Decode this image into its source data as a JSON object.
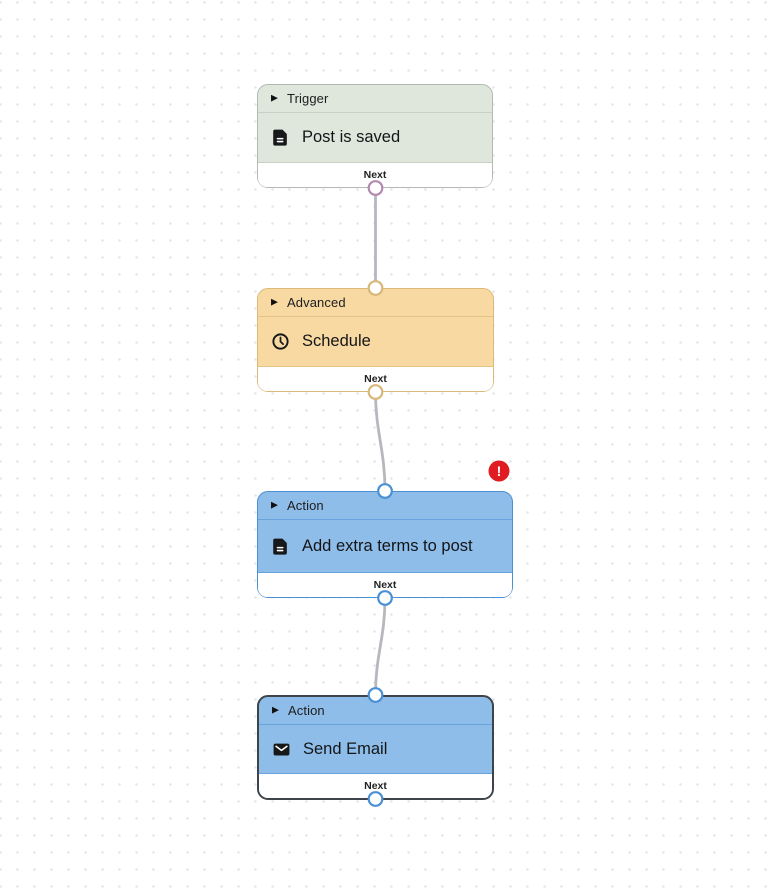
{
  "canvas": {
    "background": "#ffffff",
    "dot_color": "#e3e3e6",
    "edge_color": "#b7b7bd"
  },
  "ui": {
    "collapse_icon": "▶"
  },
  "error_badge": {
    "symbol": "!",
    "color": "#e01b22"
  },
  "nodes": [
    {
      "category": "Trigger",
      "label": "Post is saved",
      "icon": "document-icon",
      "footer_label": "Next",
      "selected": false,
      "has_error": false,
      "colors": {
        "bg": "#dfe7dd",
        "border": "#b3bab2",
        "separator": "#c9d1c7",
        "port": "#b28ab1"
      }
    },
    {
      "category": "Advanced",
      "label": "Schedule",
      "icon": "clock-icon",
      "footer_label": "Next",
      "selected": false,
      "has_error": false,
      "colors": {
        "bg": "#f7d9a1",
        "border": "#dcb97a",
        "separator": "#e6c386",
        "port": "#d8b87a"
      }
    },
    {
      "category": "Action",
      "label": "Add extra terms to post",
      "icon": "document-icon",
      "footer_label": "Next",
      "selected": false,
      "has_error": true,
      "colors": {
        "bg": "#8ebde9",
        "border": "#4a90d4",
        "separator": "#67a3dc",
        "port": "#4a90d4"
      }
    },
    {
      "category": "Action",
      "label": "Send Email",
      "icon": "mail-icon",
      "footer_label": "Next",
      "selected": true,
      "has_error": false,
      "colors": {
        "bg": "#8ebde9",
        "border": "#3e4449",
        "separator": "#67a3dc",
        "port": "#4a90d4"
      }
    }
  ]
}
